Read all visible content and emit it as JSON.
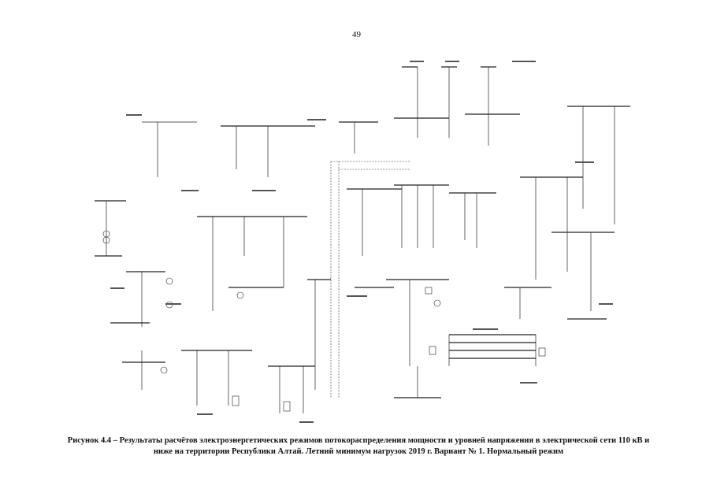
{
  "page": {
    "number": "49"
  },
  "figure": {
    "caption_line1": "Рисунок 4.4 – Результаты расчётов электроэнергетических режимов потокораспределения мощности и уровней напряжения в электрической сети 110 кВ и",
    "caption_line2": "ниже на территории Республики Алтай. Летний минимум нагрузок 2019 г. Вариант № 1. Нормальный режим"
  }
}
